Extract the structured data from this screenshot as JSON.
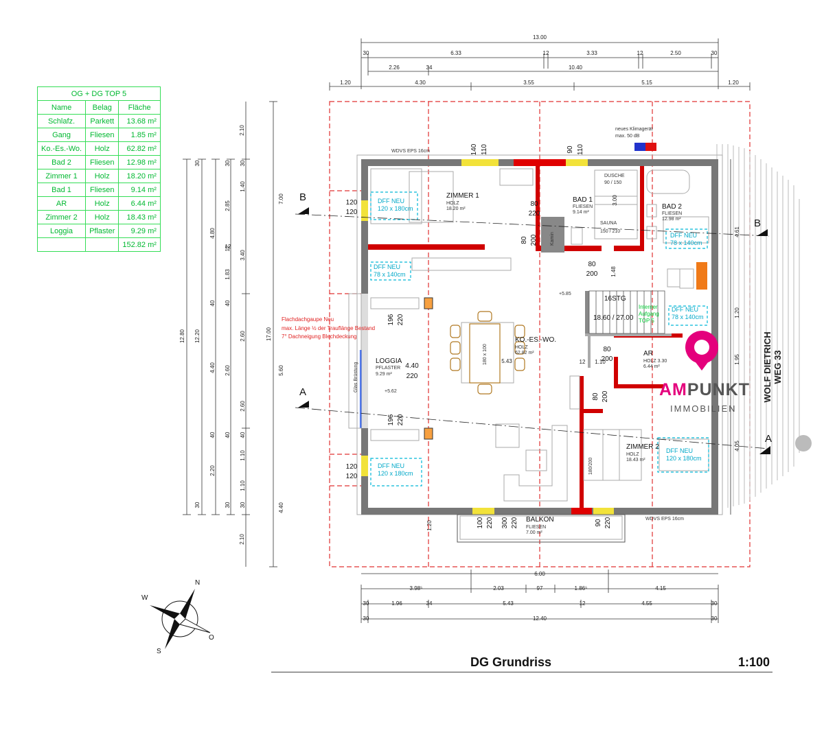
{
  "table": {
    "title": "OG + DG TOP 5",
    "headers": [
      "Name",
      "Belag",
      "Fläche"
    ],
    "rows": [
      [
        "Schlafz.",
        "Parkett",
        "13.68 m²"
      ],
      [
        "Gang",
        "Fliesen",
        "1.85 m²"
      ],
      [
        "Ko.-Es.-Wo.",
        "Holz",
        "62.82 m²"
      ],
      [
        "Bad 2",
        "Fliesen",
        "12.98 m²"
      ],
      [
        "Zimmer 1",
        "Holz",
        "18.20 m²"
      ],
      [
        "Bad 1",
        "Fliesen",
        "9.14 m²"
      ],
      [
        "AR",
        "Holz",
        "6.44 m²"
      ],
      [
        "Zimmer 2",
        "Holz",
        "18.43 m²"
      ],
      [
        "Loggia",
        "Pflaster",
        "9.29 m²"
      ]
    ],
    "total": "152.82 m²"
  },
  "footer": {
    "title": "DG Grundriss",
    "scale": "1:100"
  },
  "logo": {
    "brand_a": "AM",
    "brand_b": "PUNKT",
    "sub": "IMMOBILIEN",
    "color": "#e4007c"
  },
  "street": "WOLF DIETRICH WEG 33",
  "rooms": {
    "zimmer1": {
      "name": "ZIMMER 1",
      "floor": "HOLZ",
      "area": "18.20 m²"
    },
    "bad1": {
      "name": "BAD 1",
      "floor": "FLIESEN",
      "area": "9.14 m²"
    },
    "bad2": {
      "name": "BAD 2",
      "floor": "FLIESEN",
      "area": "12.98 m²"
    },
    "kew": {
      "name": "KO.-ES.-WO.",
      "floor": "HOLZ",
      "area": "62.82 m²"
    },
    "loggia": {
      "name": "LOGGIA",
      "floor": "PFLASTER",
      "area": "9.29 m²"
    },
    "ar": {
      "name": "AR",
      "floor": "HOLZ 3.30",
      "area": "6.44 m²"
    },
    "zimmer2": {
      "name": "ZIMMER 2",
      "floor": "HOLZ",
      "area": "18.43 m²"
    },
    "balkon": {
      "name": "BALKON",
      "floor": "FLIESEN",
      "area": "7.00 m²"
    }
  },
  "labels": {
    "stair": "16STG",
    "stair_ratio": "18.60 / 27.00",
    "dusche": "DUSCHE",
    "dusche_size": "90 / 150",
    "sauna": "SAUNA",
    "sauna_size": "150 / 210",
    "kamin": "Kamin",
    "wdvs": "WDVS EPS 16cm",
    "klima1": "neues Klimagerät",
    "klima2": "max. 50 dB",
    "interner1": "Interner",
    "interner2": "Aufgang",
    "interner3": "TOP 5",
    "dachgaupe1": "Flachdachgaupe Neu",
    "dachgaupe2": "max. Länge ½ der Trauflänge Bestand",
    "dachgaupe3": "7° Dachneigung Blechdeckung",
    "glas": "Glas Brüstung",
    "kote1": "+5.85",
    "kote2": "+5.62",
    "table_size": "180 x 100",
    "bed2": "180/200",
    "dff1": "DFF NEU",
    "dff1s": "120 x 180cm",
    "dff2": "DFF NEU",
    "dff2s": "78 x 140cm",
    "dff3": "DFF NEU",
    "dff3s": "78 x 140cm",
    "dff4": "DFF NEU",
    "dff4s": "78 x 140cm",
    "dff5": "DFF NEU",
    "dff5s": "120 x 180cm",
    "dff6": "DFF NEU",
    "dff6s": "120 x 180cm",
    "secA": "A",
    "secB": "B"
  },
  "dims": {
    "top1": [
      "13.00"
    ],
    "top2": [
      "30",
      "6.33",
      "12",
      "3.33",
      "12",
      "2.50",
      "30"
    ],
    "top3": [
      "2.26",
      "34",
      "10.40"
    ],
    "top4": [
      "1.20",
      "4.30",
      "3.55",
      "5.15",
      "1.20"
    ],
    "bottom1": [
      "6.00"
    ],
    "bottom2": [
      "3.98⁵",
      "2.03",
      "97",
      "1.86⁵",
      "4.15"
    ],
    "bottom3": [
      "30",
      "1.96",
      "34",
      "5.43",
      "12",
      "4.55",
      "30"
    ],
    "bottom4": [
      "30",
      "12.40",
      "30"
    ],
    "left1": "17.00",
    "left2": [
      "2.10",
      "7.00",
      "5.60",
      "4.40",
      "2.10"
    ],
    "left3": [
      "12.80"
    ],
    "left4": [
      "12.20"
    ],
    "left5": [
      "30",
      "4.80",
      "40",
      "4.40",
      "40",
      "2.20",
      "30"
    ],
    "left6": [
      "30",
      "2.85",
      "12",
      "1.83",
      "40",
      "2.60",
      "2.60",
      "40",
      "1.10",
      "1.10",
      "30"
    ],
    "left7": [
      "30",
      "1.40",
      "3.40",
      "2.60",
      "40",
      "30"
    ],
    "right": [
      "4.61",
      "1.20",
      "1.95",
      "4.05"
    ],
    "openings": [
      "140",
      "110",
      "90",
      "110",
      "80",
      "220",
      "80",
      "200",
      "80",
      "200",
      "80",
      "200",
      "80",
      "200",
      "120",
      "120",
      "120",
      "120",
      "196",
      "220",
      "196",
      "220",
      "4.40",
      "220",
      "100",
      "220",
      "300",
      "220",
      "90",
      "220",
      "1.48",
      "1.10",
      "5.43",
      "3.00",
      "1.20",
      "12",
      "12"
    ]
  },
  "compass": {
    "n": "N",
    "o": "O",
    "s": "S",
    "w": "W"
  }
}
